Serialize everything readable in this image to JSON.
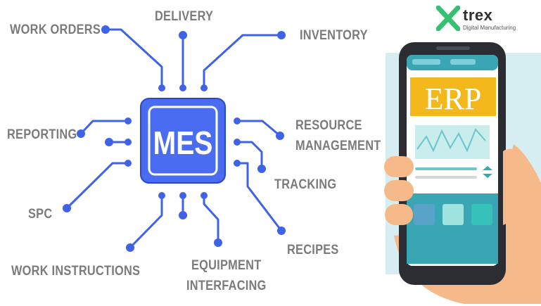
{
  "chip": {
    "label": "MES"
  },
  "nodes": {
    "work_orders": "WORK ORDERS",
    "delivery": "DELIVERY",
    "inventory": "INVENTORY",
    "reporting": "REPORTING",
    "resource_1": "RESOURCE",
    "resource_2": "MANAGEMENT",
    "tracking": "TRACKING",
    "spc": "SPC",
    "recipes": "RECIPES",
    "work_instructions": "WORK INSTRUCTIONS",
    "equipment_1": "EQUIPMENT",
    "equipment_2": "INTERFACING"
  },
  "phone": {
    "screen_title": "ERP"
  },
  "brand": {
    "name": "trex",
    "tagline": "Digital Manufacturing"
  },
  "colors": {
    "circuit": "#3f63e6",
    "chip": "#4a6cf0",
    "label": "#7b7b7b",
    "erp_banner": "#f3b91c",
    "phone_bg": "#d6eef1",
    "skin": "#f6b98a",
    "teal": "#3aa6b4",
    "logo_green": "#36c172"
  }
}
